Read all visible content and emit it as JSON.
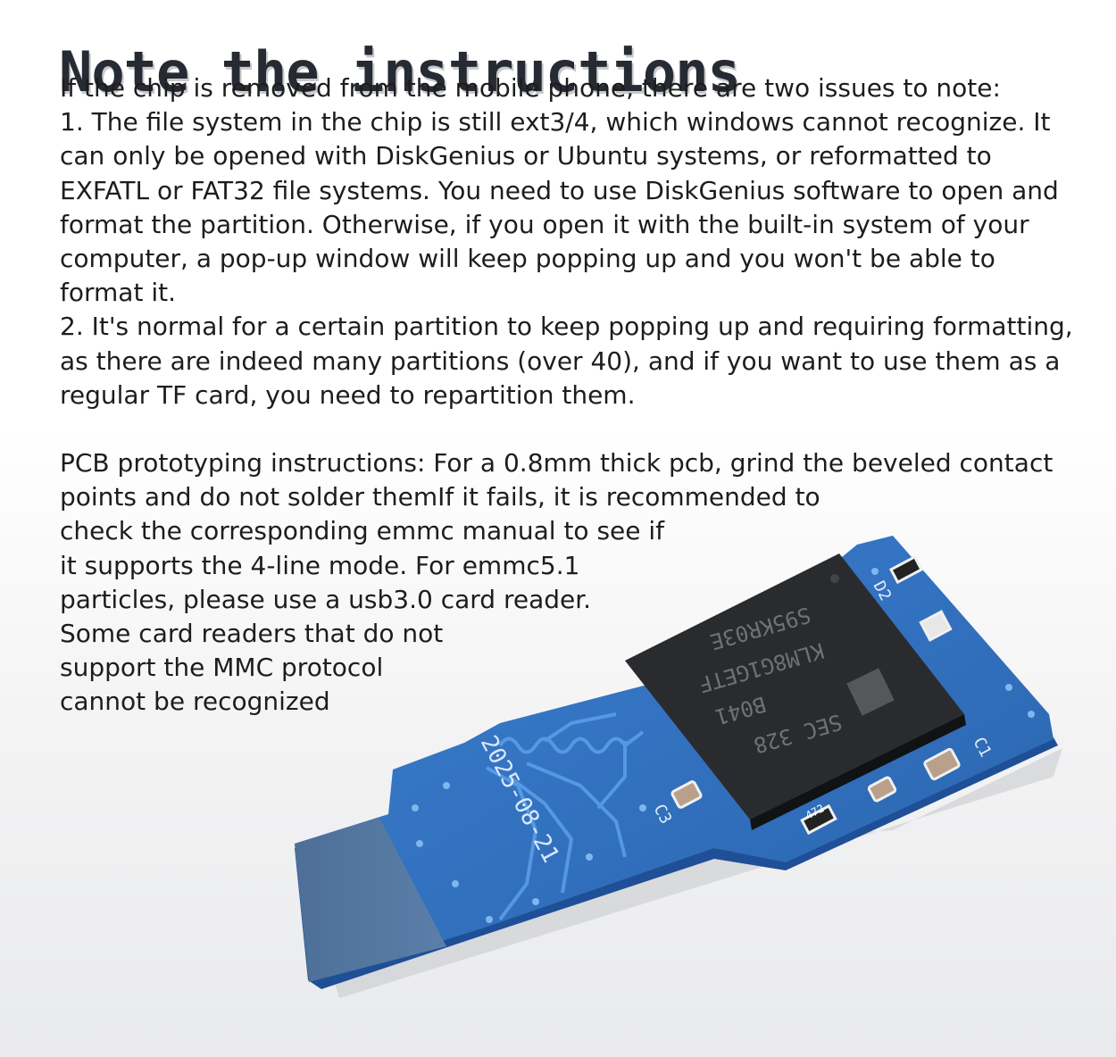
{
  "heading": "Note the instructions",
  "paragraph1": [
    "If the chip is removed from the mobile phone, there are two issues to note:",
    "1. The file system in the chip is still ext3/4, which windows cannot recognize. It",
    "can only be opened with DiskGenius or Ubuntu systems, or reformatted to",
    "EXFATL or FAT32 file systems. You need to use DiskGenius software to open and",
    "format the partition. Otherwise, if you open it with the built-in system of your",
    "computer, a pop-up window will keep popping up and you won't be able to",
    "format it.",
    "2. It's normal for a certain partition to keep popping up and requiring formatting,",
    "as there are indeed many partitions (over 40), and if you want to use them as a",
    "regular TF card, you need to repartition them."
  ],
  "paragraph2": [
    "PCB prototyping instructions: For a 0.8mm thick pcb, grind the beveled contact",
    "points and do not solder themIf it fails, it is recommended to",
    "check the corresponding emmc manual to see if",
    "it supports the 4-line mode. For emmc5.1",
    "particles, please use a usb3.0 card reader.",
    "Some card readers that do not",
    "support the MMC protocol",
    "cannot be recognized"
  ],
  "board": {
    "chip_lines": [
      "S95KR03E",
      "KLM8G1GETF",
      "B041",
      "SEC 328"
    ],
    "silkscreen_date": "2025-08-21",
    "labels": [
      "C3",
      "D2",
      "C1",
      "472"
    ]
  },
  "colors": {
    "pcb_blue": "#2f6fc0",
    "pcb_edge": "#1f4f96",
    "chip": "#2a2b2e"
  }
}
